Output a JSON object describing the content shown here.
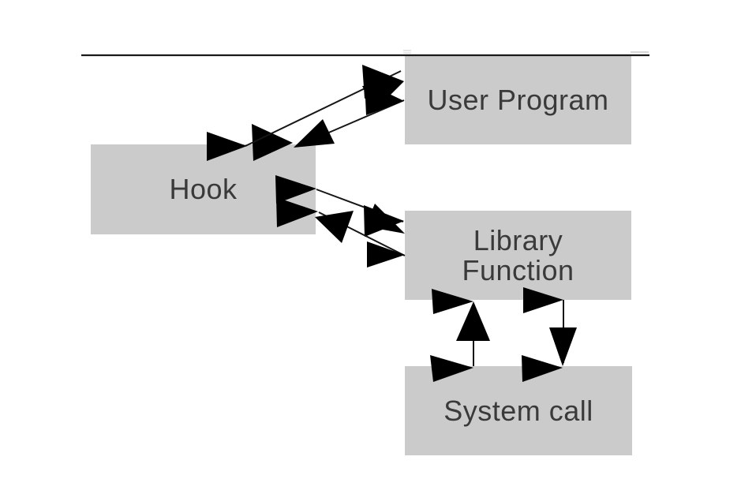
{
  "nodes": {
    "user_program": {
      "label": "User Program"
    },
    "hook": {
      "label": "Hook"
    },
    "library_function": {
      "label": "Library\nFunction"
    },
    "system_call": {
      "label": "System call"
    }
  },
  "edges": [
    {
      "from": "User Program",
      "to": "Hook"
    },
    {
      "from": "Hook",
      "to": "User Program"
    },
    {
      "from": "Hook",
      "to": "Library Function"
    },
    {
      "from": "Library Function",
      "to": "Hook"
    },
    {
      "from": "Library Function",
      "to": "System call"
    },
    {
      "from": "System call",
      "to": "Library Function"
    }
  ],
  "colors": {
    "background": "#ffffff",
    "box_fill": "#cbcbcb",
    "label_text": "#3a3a3a",
    "arrow_fill": "#000000",
    "line_stroke": "#161616"
  }
}
